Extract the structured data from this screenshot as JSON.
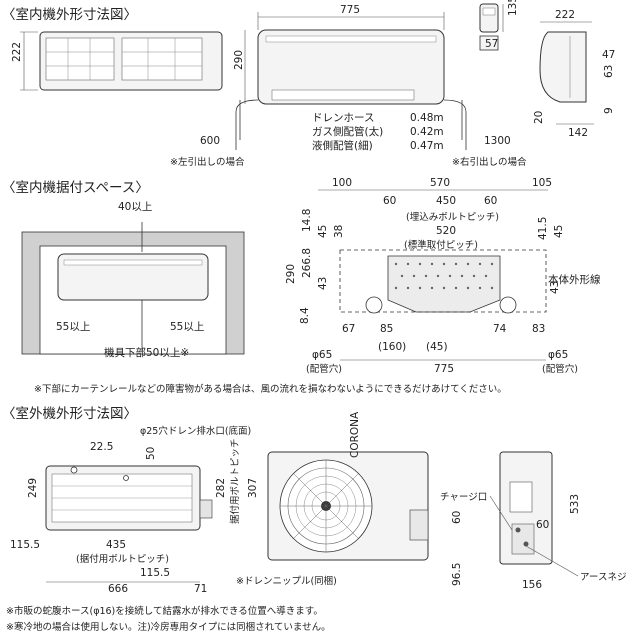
{
  "headings": {
    "indoor_dims": "〈室内機外形寸法図〉",
    "indoor_space": "〈室内機据付スペース〉",
    "outdoor_dims": "〈室外機外形寸法図〉"
  },
  "indoor_dims": {
    "d775": "775",
    "d222_left": "222",
    "d290": "290",
    "d600": "600",
    "d1300": "1300",
    "d135": "135",
    "d57": "57",
    "d222_side": "222",
    "d47": "47",
    "d63": "63",
    "d20": "20",
    "d142": "142",
    "d9": "9",
    "pipes": [
      {
        "name": "ドレンホース",
        "value": "0.48m"
      },
      {
        "name": "ガス側配管(太)",
        "value": "0.42m"
      },
      {
        "name": "液側配管(細)",
        "value": "0.47m"
      }
    ],
    "note_left": "※左引出しの場合",
    "note_right": "※右引出しの場合"
  },
  "indoor_space": {
    "d40": "40以上",
    "d55_left": "55以上",
    "d55_right": "55以上",
    "bottom": "機具下部50以上※",
    "d100": "100",
    "d570": "570",
    "d105": "105",
    "d60a": "60",
    "d450": "450",
    "d60b": "60",
    "embed_pitch": "(埋込みボルトピッチ)",
    "d520": "520",
    "std_pitch": "(標準取付ピッチ)",
    "d14_8": "14.8",
    "d45a": "45",
    "d38": "38",
    "d290": "290",
    "d266_8": "266.8",
    "d43a": "43",
    "d8_4": "8.4",
    "d41_5": "41.5",
    "d45b": "45",
    "d43b": "43",
    "outline": "本体外形線",
    "d67": "67",
    "d85": "85",
    "d74": "74",
    "d83": "83",
    "d160": "(160)",
    "d45p": "(45)",
    "d775": "775",
    "phi_left": "φ65",
    "pipe_hole_left": "(配管穴)",
    "phi_right": "φ65",
    "pipe_hole_right": "(配管穴)",
    "note": "※下部にカーテンレールなどの障害物がある場合は、風の流れを損なわないようにできるだけあけてください。"
  },
  "outdoor_dims": {
    "drain": "φ25穴ドレン排水口(底面)",
    "d22_5": "22.5",
    "d50": "50",
    "d249": "249",
    "d282": "282",
    "d307": "307",
    "bolt_v": "据付用ボルトピッチ",
    "d435": "435",
    "d115_5a": "115.5",
    "bolt_h": "(据付用ボルトピッチ)",
    "d115_5b": "115.5",
    "d666": "666",
    "d71": "71",
    "brand": "CORONA",
    "nipple": "※ドレンニップル(同梱)",
    "d60": "60",
    "d96_5": "96.5",
    "d533": "533",
    "charge": "チャージ口",
    "d60b": "60",
    "d156": "156",
    "earth": "アースネジ",
    "note1": "※市販の蛇腹ホース(φ16)を接続して結露水が排水できる位置へ導きます。",
    "note2": "※寒冷地の場合は使用しない。注)冷房専用タイプには同梱されていません。"
  }
}
